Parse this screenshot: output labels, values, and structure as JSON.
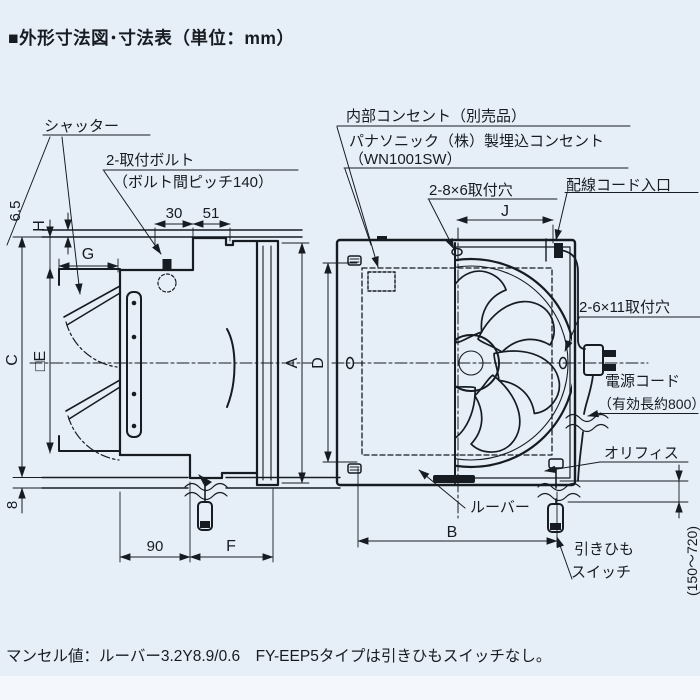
{
  "title": "■外形寸法図･寸法表（単位：mm）",
  "note": "マンセル値：ルーバー3.2Y8.9/0.6　FY-EEP5タイプは引きひもスイッチなし。",
  "side": {
    "shutter": "シャッター",
    "bolt": "2-取付ボルト",
    "bolt_pitch": "（ボルト間ピッチ140）",
    "dims": {
      "thickness": "6.5",
      "h": "H",
      "g": "G",
      "c": "C",
      "e": "□E",
      "gap8": "8",
      "p30": "30",
      "p51": "51",
      "p90": "90",
      "f": "F",
      "a": "A"
    }
  },
  "front": {
    "outlet_line1": "内部コンセント（別売品）",
    "outlet_line2": "パナソニック（株）製埋込コンセント",
    "outlet_line3": "（WN1001SW）",
    "hole_top": "2-8×6取付穴",
    "cord_inlet": "配線コード入口",
    "hole_side": "2-6×11取付穴",
    "power_cord": "電源コード",
    "power_cord_len": "（有効長約800）",
    "orifice": "オリフィス",
    "louver": "ルーバー",
    "pull_cord_1": "引きひも",
    "pull_cord_2": "スイッチ",
    "pull_range": "(150～720)",
    "dims": {
      "j": "J",
      "d": "D",
      "b": "B"
    }
  },
  "colors": {
    "background": "#e6eff7",
    "line": "#171b22",
    "footer_band": "#f4f8fc"
  }
}
